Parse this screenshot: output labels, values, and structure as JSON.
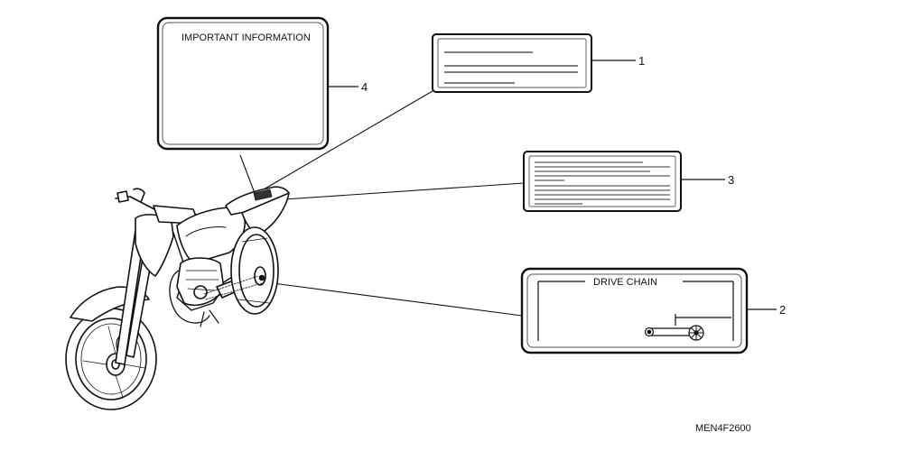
{
  "labels": {
    "important_information": {
      "callout": "4",
      "title": "IMPORTANT INFORMATION"
    },
    "label_1": {
      "callout": "1"
    },
    "label_3": {
      "callout": "3"
    },
    "drive_chain": {
      "callout": "2",
      "title": "DRIVE CHAIN"
    }
  },
  "diagram_code": "MEN4F2600"
}
